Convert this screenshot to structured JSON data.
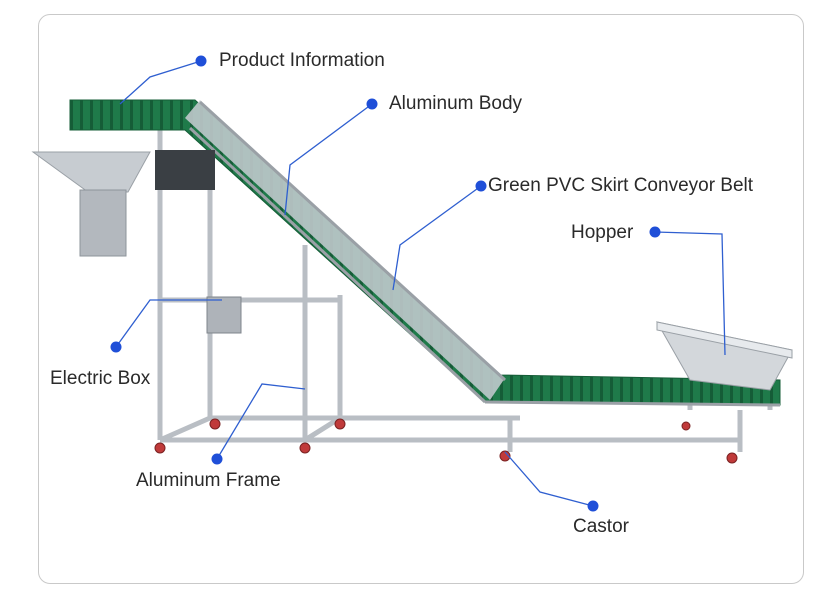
{
  "labels": {
    "product_information": "Product Information",
    "aluminum_body": "Aluminum Body",
    "green_pvc_belt": "Green PVC Skirt Conveyor Belt",
    "hopper": "Hopper",
    "electric_box": "Electric Box",
    "aluminum_frame": "Aluminum Frame",
    "castor": "Castor"
  },
  "colors": {
    "callout": "#2f5fd0",
    "dot": "#1f4fd8",
    "belt": "#1f7a4a",
    "belt_dark": "#155c37",
    "aluminum": "#b9bec4",
    "aluminum_dark": "#8e949b",
    "castor": "#c03a3a"
  }
}
